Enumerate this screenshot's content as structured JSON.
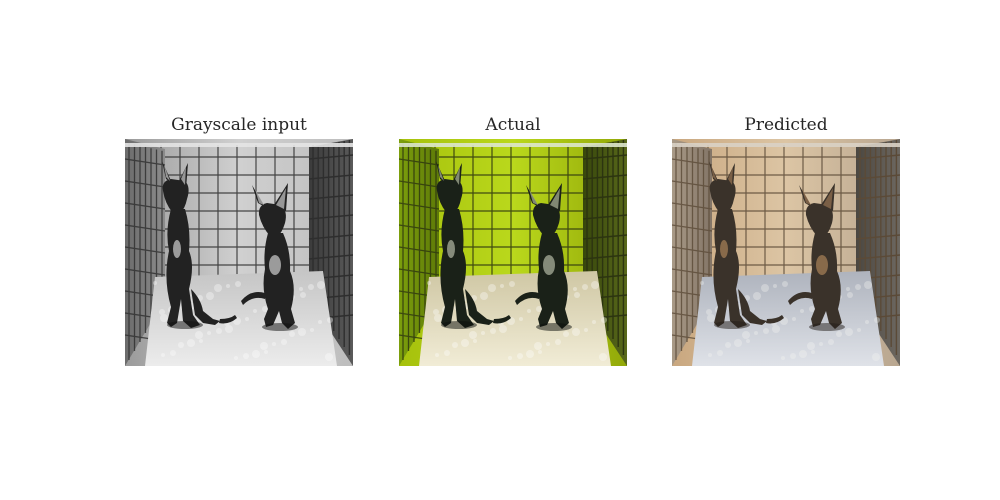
{
  "figure": {
    "panels": [
      {
        "title": "Grayscale input",
        "theme": "grayscale"
      },
      {
        "title": "Actual",
        "theme": "actual"
      },
      {
        "title": "Predicted",
        "theme": "predicted"
      }
    ],
    "subject": "two black puppies sitting in a wire crate on a fluffy white bed",
    "palettes": {
      "grayscale": {
        "back": [
          "#9a9a9a",
          "#d0d0d0",
          "#bdbdbd"
        ],
        "left": [
          "#6c6c6c",
          "#8c8c8c"
        ],
        "right": [
          "#3b3b3b",
          "#5a5a5a"
        ],
        "floor": [
          "#c5c5c5",
          "#ececec"
        ],
        "wire": "#2e2e2e",
        "rail": "#e4e4e4",
        "dog": "#222222",
        "dog_shade": "#0e0e0e",
        "chest": "#c4c4c4",
        "ear": "#b4b4b4",
        "fur": "#ffffff"
      },
      "actual": {
        "back": [
          "#a6c10c",
          "#bad81c",
          "#92a808"
        ],
        "left": [
          "#7c9f0c",
          "#5e7a08"
        ],
        "right": [
          "#38470c",
          "#58681a"
        ],
        "floor": [
          "#cfc7a4",
          "#f1ecd6"
        ],
        "wire": "#2c3410",
        "rail": "#dde6cd",
        "dog": "#1a2118",
        "dog_shade": "#0a0e09",
        "chest": "#a9af9b",
        "ear": "#9ba28a",
        "fur": "#ffffff"
      },
      "predicted": {
        "back": [
          "#c9a77f",
          "#dcc5a4",
          "#b8a690"
        ],
        "left": [
          "#a99a87",
          "#837567"
        ],
        "right": [
          "#4b4741",
          "#6d6861"
        ],
        "floor": [
          "#aeb3bd",
          "#dfe2e8"
        ],
        "wire": "#5b4a37",
        "rail": "#d9d2c5",
        "dog": "#3a322a",
        "dog_shade": "#211c17",
        "chest": "#a37d56",
        "ear": "#8b6b4d",
        "fur": "#f5f5f2"
      }
    }
  }
}
